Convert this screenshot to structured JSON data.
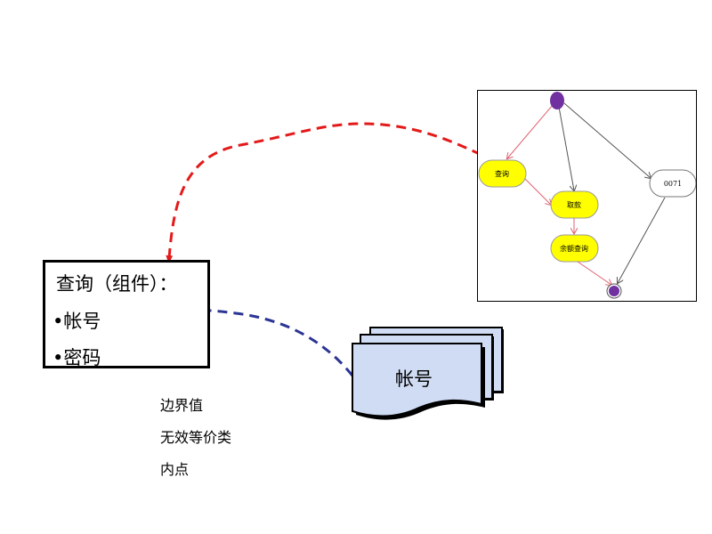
{
  "component_box": {
    "title": "查询（组件）：",
    "items": [
      "•帐号",
      "•密码"
    ]
  },
  "notes": [
    "边界值",
    "无效等价类",
    "内点"
  ],
  "document_stack": {
    "label": "帐号"
  },
  "state_diagram": {
    "nodes": {
      "query": "查询",
      "withdraw": "取款",
      "balance_query": "余额查询",
      "state_0071": "0071"
    }
  },
  "colors": {
    "red_arrow": "#e31a1a",
    "blue_arrow": "#2b3593",
    "node_yellow": "#ffff00",
    "node_purple": "#7030a0",
    "doc_fill": "#cfdcf3"
  }
}
